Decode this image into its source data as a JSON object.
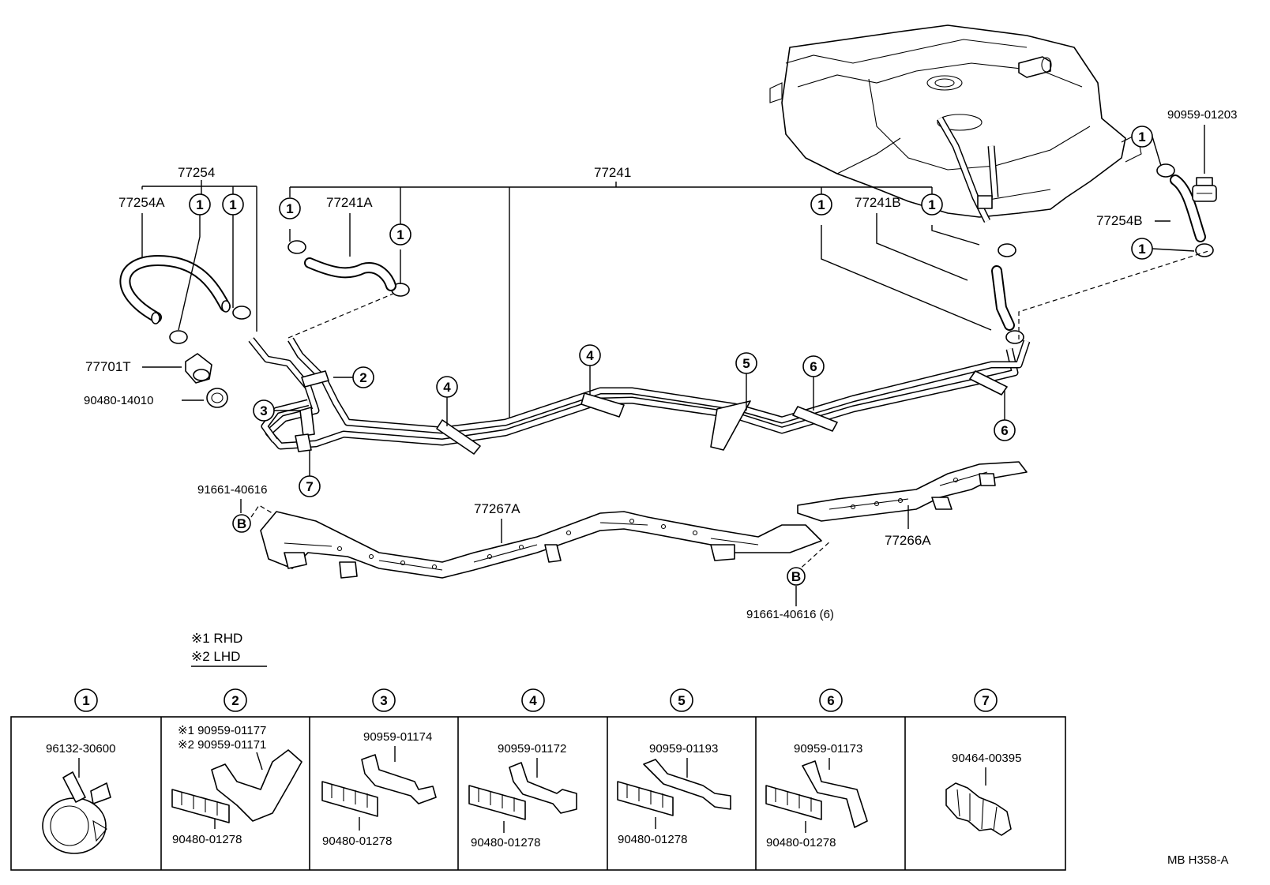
{
  "diagram": {
    "code": "MB H358-A",
    "legend": {
      "note1": "※1 RHD",
      "note2": "※2 LHD"
    },
    "parts": {
      "p77254": "77254",
      "p77254A": "77254A",
      "p77241": "77241",
      "p77241A": "77241A",
      "p77241B": "77241B",
      "p77254B": "77254B",
      "p90959_01203": "90959-01203",
      "p77701T": "77701T",
      "p90480_14010": "90480-14010",
      "p91661_40616": "91661-40616",
      "p91661_40616_6": "91661-40616 (6)",
      "p77267A": "77267A",
      "p77266A": "77266A"
    },
    "callouts": {
      "c1": "1",
      "c2": "2",
      "c3": "3",
      "c4": "4",
      "c5": "5",
      "c6": "6",
      "c7": "7",
      "cB": "B"
    },
    "table": [
      {
        "num": "1",
        "parts": [
          "96132-30600"
        ]
      },
      {
        "num": "2",
        "parts": [
          "※1  90959-01177",
          "※2  90959-01171",
          "90480-01278"
        ]
      },
      {
        "num": "3",
        "parts": [
          "90959-01174",
          "90480-01278"
        ]
      },
      {
        "num": "4",
        "parts": [
          "90959-01172",
          "90480-01278"
        ]
      },
      {
        "num": "5",
        "parts": [
          "90959-01193",
          "90480-01278"
        ]
      },
      {
        "num": "6",
        "parts": [
          "90959-01173",
          "90480-01278"
        ]
      },
      {
        "num": "7",
        "parts": [
          "90464-00395"
        ]
      }
    ]
  }
}
